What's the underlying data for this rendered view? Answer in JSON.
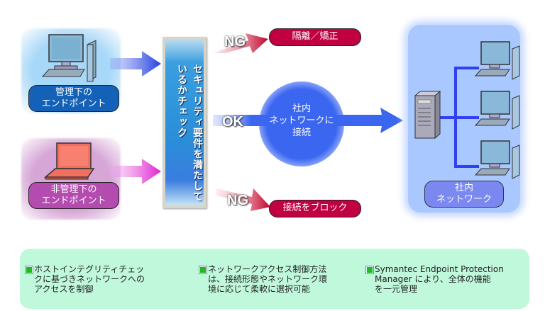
{
  "managed_endpoint": {
    "label_line1": "管理下の",
    "label_line2": "エンドポイント",
    "icon": "desktop-computer-icon",
    "accent": "#1462b8"
  },
  "unmanaged_endpoint": {
    "label_line1": "非管理下の",
    "label_line2": "エンドポイント",
    "icon": "laptop-icon",
    "accent": "#b44cb0"
  },
  "security_check": {
    "text": "セキュリティ要件を満たしているかチェック",
    "col1": "セキュリティ要件を",
    "col2": "満たしているかチェック"
  },
  "outcomes": {
    "ng_top": {
      "label": "NG",
      "result": "隔離／矯正"
    },
    "ok": {
      "label": "OK",
      "result_line1": "社内",
      "result_line2": "ネットワークに",
      "result_line3": "接続"
    },
    "ng_bottom": {
      "label": "NG",
      "result": "接続をブロック"
    },
    "ng_color": "#c00040",
    "ok_color": "#3a66f0"
  },
  "internal_network": {
    "label_line1": "社内",
    "label_line2": "ネットワーク",
    "server_icon": "server-icon",
    "client_icon": "desktop-computer-icon",
    "client_count": 3
  },
  "features": [
    {
      "text": "ホストインテグリティチェッ\nクに基づきネットワークへの\nアクセスを制御"
    },
    {
      "text": "ネットワークアクセス制御方法\nは、接続形態やネットワーク環\n境に応じて柔軟に選択可能"
    },
    {
      "text": "Symantec Endpoint Protection\nManager により、全体の機能\nを一元管理"
    }
  ]
}
